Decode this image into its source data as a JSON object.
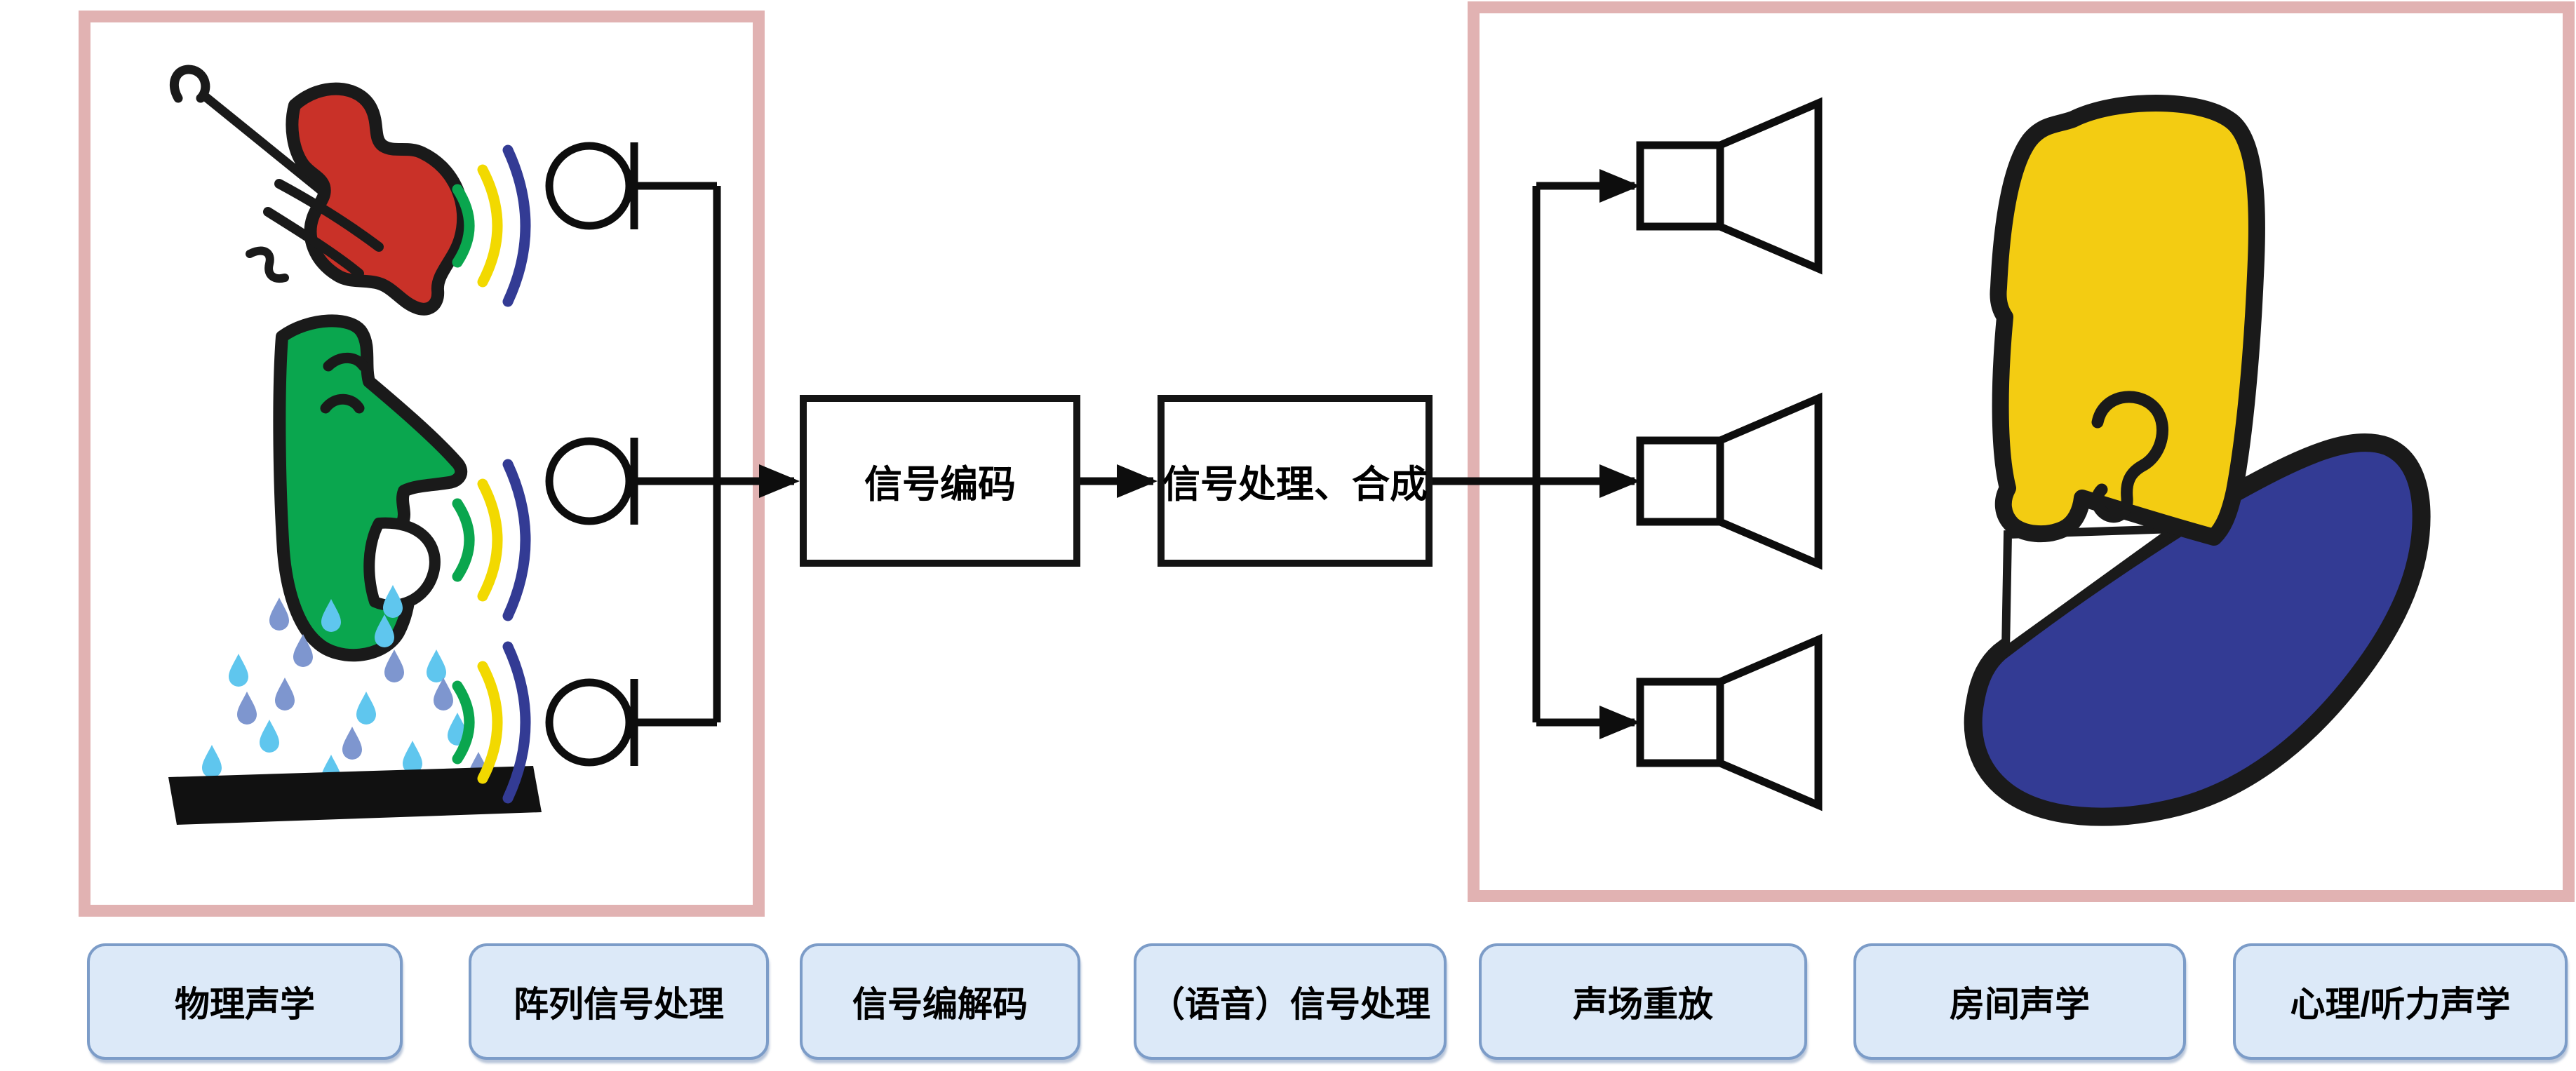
{
  "flow": {
    "encode_label": "信号编码",
    "process_label": "信号处理、合成"
  },
  "footer_labels": [
    {
      "label": "物理声学"
    },
    {
      "label": "阵列信号处理"
    },
    {
      "label": "信号编解码"
    },
    {
      "label": "（语音）信号处理"
    },
    {
      "label": "声场重放"
    },
    {
      "label": "房间声学"
    },
    {
      "label": "心理/听力声学"
    }
  ],
  "icons": {
    "sources": [
      "violin-icon",
      "speaking-face-icon",
      "rain-icon"
    ],
    "capture": "microphone-icon",
    "output": "loudspeaker-icon",
    "listener": "listener-head-icon"
  },
  "colors": {
    "panel_pink": "#e1b2b2",
    "label_fill": "#dce9f8",
    "label_border": "#7c9cc8",
    "outline": "#1a1a1a",
    "violin_red": "#c93128",
    "face_green": "#0aa64e",
    "arc_green": "#0aa64e",
    "arc_yellow": "#f2d900",
    "arc_blue": "#333b94",
    "rain_light": "#5fc6ee",
    "rain_slate": "#7e96cf",
    "head_yellow": "#f3cc12",
    "body_blue": "#333b94",
    "line_black": "#0d0d0d"
  }
}
